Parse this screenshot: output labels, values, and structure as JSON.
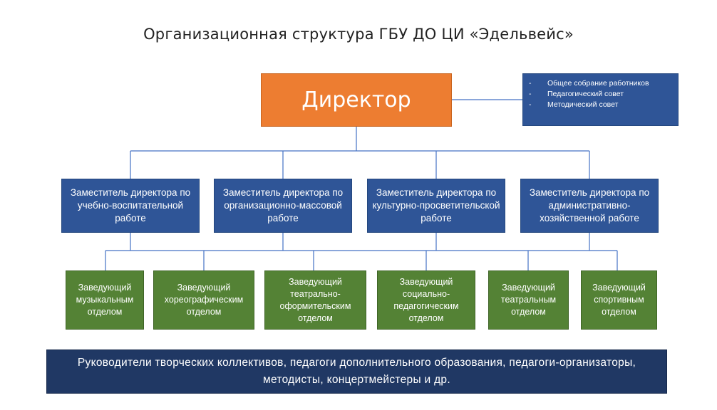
{
  "title": "Организационная структура ГБУ ДО ЦИ «Эдельвейс»",
  "director": {
    "label": "Директор"
  },
  "collegial_bodies": [
    {
      "marker": "-",
      "label": "Общее собрание работников"
    },
    {
      "marker": "-",
      "label": "Педагогический совет"
    },
    {
      "marker": "-",
      "label": "Методический совет"
    }
  ],
  "deputies": [
    {
      "label": "Заместитель директора по учебно-воспитательной работе"
    },
    {
      "label": "Заместитель директора по организационно-массовой работе"
    },
    {
      "label": "Заместитель директора по культурно-просветительской работе"
    },
    {
      "label": "Заместитель директора по административно-хозяйственной работе"
    }
  ],
  "department_heads": [
    {
      "label": "Заведующий музыкальным отделом"
    },
    {
      "label": "Заведующий хореографическим отделом"
    },
    {
      "label": "Заведующий театрально-оформительским отделом"
    },
    {
      "label": "Заведующий социально-педагогическим отделом"
    },
    {
      "label": "Заведующий театральным отделом"
    },
    {
      "label": "Заведующий спортивным отделом"
    }
  ],
  "staff": {
    "label": "Руководители творческих коллективов, педагоги дополнительного образования, педагоги-организаторы, методисты, концертмейстеры и др."
  },
  "colors": {
    "director": "#ed7d31",
    "deputy": "#2f5597",
    "department_head": "#548235",
    "staff": "#203864",
    "connector": "#4472c4"
  }
}
